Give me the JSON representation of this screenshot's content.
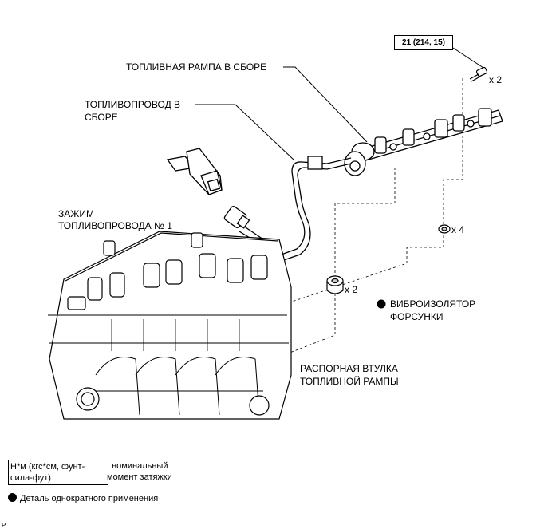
{
  "torque_spec": "21 (214, 15)",
  "labels": {
    "fuel_rail": "ТОПЛИВНАЯ РАМПА В СБОРЕ",
    "fuel_pipe_line1": "ТОПЛИВОПРОВОД В",
    "fuel_pipe_line2": "СБОРЕ",
    "clamp_line1": "ЗАЖИМ",
    "clamp_line2": "ТОПЛИВОПРОВОДА № 1",
    "insulator_line1": "ВИБРОИЗОЛЯТОР",
    "insulator_line2": "ФОРСУНКИ",
    "spacer_line1": "РАСПОРНАЯ ВТУЛКА",
    "spacer_line2": "ТОПЛИВНОЙ РАМПЫ"
  },
  "quantities": {
    "bolt": "x 2",
    "insulator": "x 4",
    "spacer": "x 2"
  },
  "legend": {
    "torque_units_line1": "Н*м (кгс*см, фунт-",
    "torque_units_line2": "сила-фут)",
    "torque_desc_line1": ": номинальный",
    "torque_desc_line2": "момент затяжки",
    "single_use": "Деталь однократного применения"
  },
  "corner_mark": "P"
}
